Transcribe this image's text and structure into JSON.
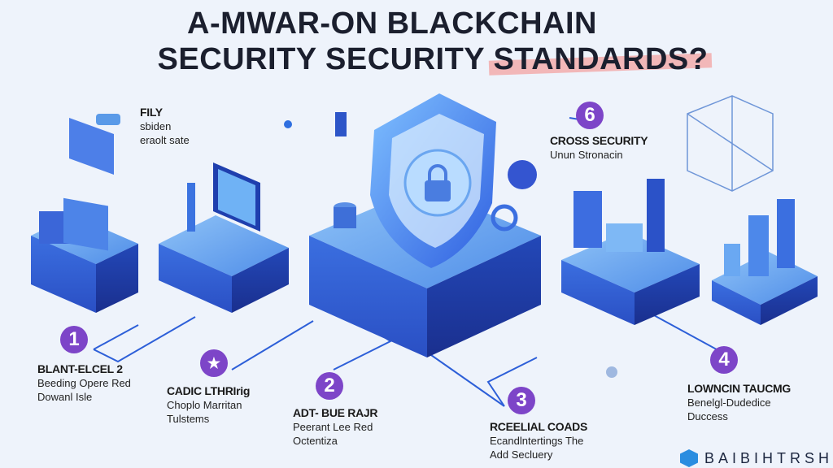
{
  "title": {
    "line1": "A-MWAR-ON BLACKCHAIN",
    "line2_a": "SECURITY SECURITY ",
    "line2_b": "STANDARDS?"
  },
  "steps": [
    {
      "num": "1",
      "heading": "BLANT-ELCEL 2",
      "line1": "Beeding Opere Red",
      "line2": "Dowanl Isle"
    },
    {
      "num": "★",
      "heading": "CADIC LTHRIrig",
      "line1": "Choplo Marritan",
      "line2": "Tulstems"
    },
    {
      "num": "2",
      "heading": "ADT- BUE RAJR",
      "line1": "Peerant Lee Red",
      "line2": "Octentiza"
    },
    {
      "num": "3",
      "heading": "RCEELIAL COADS",
      "line1": "Ecandlntertings The",
      "line2": "Add Secluery"
    },
    {
      "num": "4",
      "heading": "LOWNCIN TAUCMG",
      "line1": "Benelgl-Dudedice",
      "line2": "Duccess"
    },
    {
      "num": "6",
      "heading": "CROSS SECURITY",
      "line1": "Unun Stronacin",
      "line2": ""
    }
  ],
  "top_note": {
    "heading": "FILY",
    "line1": "sbiden",
    "line2": "eraolt sate"
  },
  "brand": {
    "name": "BAIBIHTRSH"
  },
  "colors": {
    "badge": "#7d45c8",
    "accent": "#2d5fd8",
    "highlight": "#f3a7a7"
  }
}
